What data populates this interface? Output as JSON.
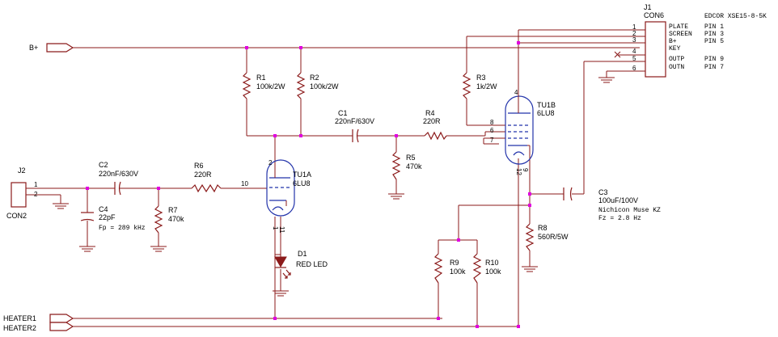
{
  "connectors": {
    "bplus": "B+",
    "heater1": "HEATER1",
    "heater2": "HEATER2"
  },
  "j2": {
    "ref": "J2",
    "name": "CON2",
    "pin1": "1",
    "pin2": "2"
  },
  "j1": {
    "ref": "J1",
    "name": "CON6",
    "pins": [
      "1",
      "2",
      "3",
      "4",
      "5",
      "6"
    ],
    "transformer": "EDCOR XSE15-8-5K",
    "signals": [
      {
        "name": "PLATE",
        "pin": "PIN 1"
      },
      {
        "name": "SCREEN",
        "pin": "PIN 3"
      },
      {
        "name": "B+",
        "pin": "PIN 5"
      },
      {
        "name": "KEY",
        "pin": ""
      },
      {
        "name": "OUTP",
        "pin": "PIN 9"
      },
      {
        "name": "OUTN",
        "pin": "PIN 7"
      }
    ]
  },
  "components": {
    "r1": {
      "ref": "R1",
      "value": "100k/2W"
    },
    "r2": {
      "ref": "R2",
      "value": "100k/2W"
    },
    "r3": {
      "ref": "R3",
      "value": "1k/2W"
    },
    "r4": {
      "ref": "R4",
      "value": "220R"
    },
    "r5": {
      "ref": "R5",
      "value": "470k"
    },
    "r6": {
      "ref": "R6",
      "value": "220R"
    },
    "r7": {
      "ref": "R7",
      "value": "470k"
    },
    "r8": {
      "ref": "R8",
      "value": "560R/5W"
    },
    "r9": {
      "ref": "R9",
      "value": "100k"
    },
    "r10": {
      "ref": "R10",
      "value": "100k"
    },
    "c1": {
      "ref": "C1",
      "value": "220nF/630V"
    },
    "c2": {
      "ref": "C2",
      "value": "220nF/630V"
    },
    "c3": {
      "ref": "C3",
      "value": "100uF/100V",
      "note1": "Nichicon Muse KZ",
      "note2": "Fz = 2.8 Hz"
    },
    "c4": {
      "ref": "C4",
      "value": "22pF",
      "note": "Fp = 289 kHz"
    },
    "d1": {
      "ref": "D1",
      "value": "RED LED"
    },
    "tu1a": {
      "ref": "TU1A",
      "value": "6LU8",
      "pin_grid": "10",
      "pin_plate": "2",
      "pin_k1": "1",
      "pin_k2": "11"
    },
    "tu1b": {
      "ref": "TU1B",
      "value": "6LU8",
      "pin_plate": "4",
      "pin_g2": "8",
      "pin_g1": "6",
      "pin_g3": "7",
      "pin_k1": "12",
      "pin_k2": "9"
    }
  }
}
